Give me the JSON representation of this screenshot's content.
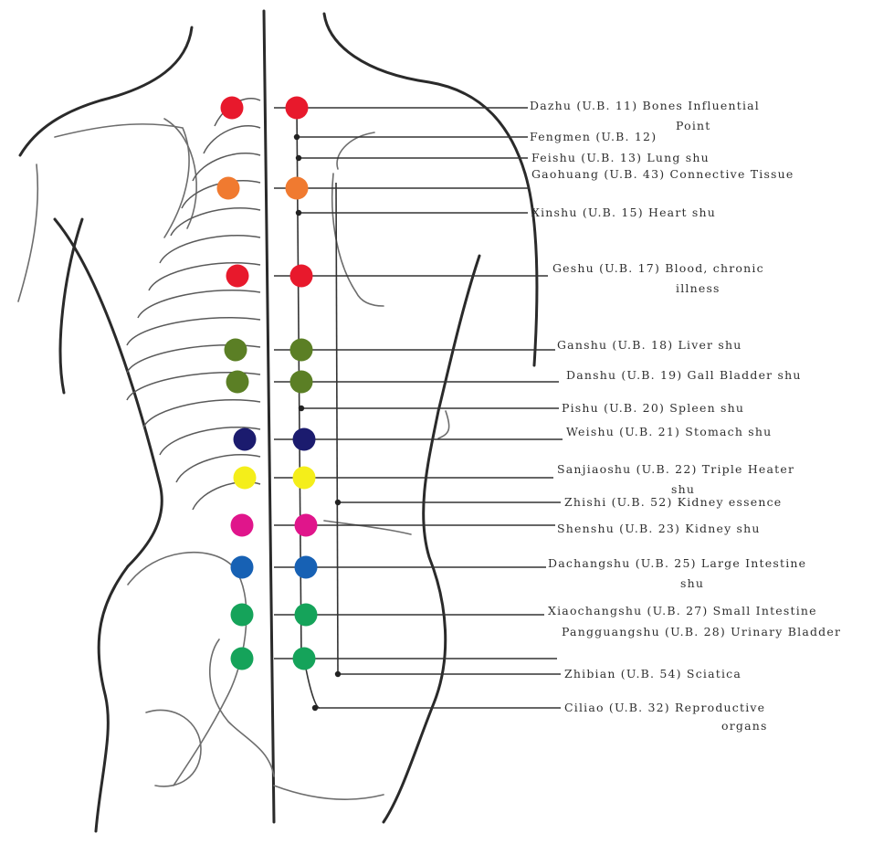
{
  "points": [
    {
      "id": "p1",
      "color": "#e8192c",
      "label": [
        "Dazhu (U.B. 11)",
        "Bones Influential",
        "Point"
      ]
    },
    {
      "id": "p2",
      "color": "#f07a30",
      "label": [
        "Gaohuang (U.B. 43)",
        "Connective Tissue"
      ]
    },
    {
      "id": "p3",
      "color": "#e8192c",
      "label": [
        "Geshu (U.B. 17)",
        "Blood, chronic",
        "illness"
      ]
    },
    {
      "id": "p4",
      "color": "#5b7f25",
      "label": [
        "Ganshu (U.B. 18)",
        "Liver shu"
      ]
    },
    {
      "id": "p5",
      "color": "#5b7f25",
      "label": [
        "Danshu (U.B. 19)",
        "Gall Bladder shu"
      ]
    },
    {
      "id": "p6",
      "color": "#1b1b6e",
      "label": [
        "Weishu (U.B. 21)",
        "Stomach shu"
      ]
    },
    {
      "id": "p7",
      "color": "#f4ee1a",
      "label": [
        "Sanjiaoshu (U.B. 22)",
        "Triple Heater",
        "shu"
      ]
    },
    {
      "id": "p8",
      "color": "#e0158b",
      "label": [
        "Shenshu (U.B. 23)",
        "Kidney shu"
      ]
    },
    {
      "id": "p9",
      "color": "#1761b4",
      "label": [
        "Dachangshu (U.B. 25)",
        "Large Intestine",
        "shu"
      ]
    },
    {
      "id": "p10",
      "color": "#15a35a",
      "label": [
        "Xiaochangshu (U.B. 27)",
        "Small Intestine"
      ]
    },
    {
      "id": "p11",
      "color": "#15a35a",
      "label": [
        "Pangguangshu (U.B. 28)",
        "Urinary Bladder"
      ]
    }
  ],
  "extra_labels": [
    {
      "id": "e1",
      "label": [
        "Fengmen (U.B. 12)"
      ]
    },
    {
      "id": "e2",
      "label": [
        "Feishu (U.B. 13)",
        "Lung shu"
      ]
    },
    {
      "id": "e3",
      "label": [
        "Xinshu (U.B. 15)",
        "Heart shu"
      ]
    },
    {
      "id": "e4",
      "label": [
        "Pishu (U.B. 20)",
        "Spleen shu"
      ]
    },
    {
      "id": "e5",
      "label": [
        "Zhishi (U.B. 52)",
        "Kidney essence"
      ]
    },
    {
      "id": "e6",
      "label": [
        "Zhibian (U.B. 54)",
        "Sciatica"
      ]
    },
    {
      "id": "e7",
      "label": [
        "Ciliao (U.B. 32)",
        "Reproductive",
        "organs"
      ]
    }
  ],
  "colors": {
    "outline": "#2a2a2a",
    "leader": "#333333"
  }
}
